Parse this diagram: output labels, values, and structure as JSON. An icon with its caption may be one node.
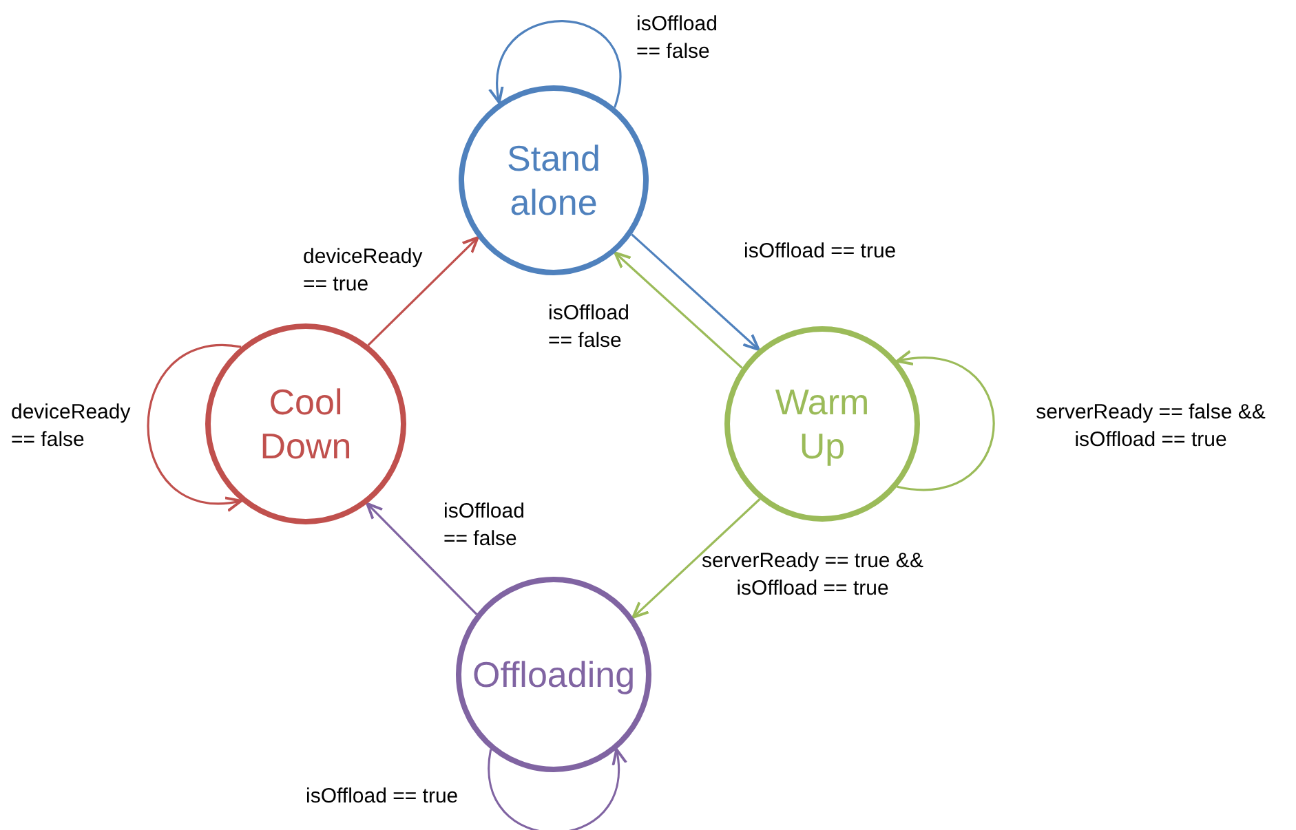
{
  "diagram": {
    "nodes": [
      {
        "text": [
          "Stand alone"
        ]
      },
      {
        "text": [
          "Warm Up"
        ]
      },
      {
        "text": [
          "Cool Down"
        ]
      },
      {
        "text": [
          "Offloading"
        ]
      }
    ],
    "edges": [
      {
        "from": 0,
        "to": 0,
        "arrow": "to",
        "label": "isOffload == false",
        "color": "#4f81bd"
      },
      {
        "from": 0,
        "to": 1,
        "arrow": "to",
        "label": "isOffload == true",
        "color": "#4f81bd"
      },
      {
        "from": 1,
        "to": 0,
        "arrow": "to",
        "label": "isOffload == false",
        "color": "#9bbb59"
      },
      {
        "from": 1,
        "to": 1,
        "arrow": "to",
        "label": "serverReady == false && isOffload == true",
        "color": "#9bbb59"
      },
      {
        "from": 1,
        "to": 3,
        "arrow": "to",
        "label": "serverReady == true && isOffload == true",
        "color": "#9bbb59"
      },
      {
        "from": 3,
        "to": 3,
        "arrow": "to",
        "label": "isOffload == true",
        "color": "#8064a2"
      },
      {
        "from": 3,
        "to": 2,
        "arrow": "to",
        "label": "isOffload == false",
        "color": "#8064a2"
      },
      {
        "from": 2,
        "to": 2,
        "arrow": "to",
        "label": "deviceReady == false",
        "color": "#c0504d"
      },
      {
        "from": 2,
        "to": 0,
        "arrow": "to",
        "label": "deviceReady == true",
        "color": "#c0504d"
      }
    ]
  }
}
